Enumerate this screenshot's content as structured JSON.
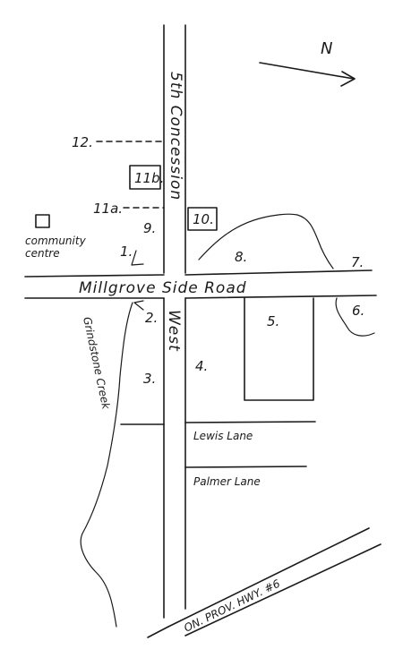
{
  "north_label": "N",
  "roads": {
    "concession": "5th Concession",
    "west": "West",
    "side_road": "Millgrove Side Road",
    "lewis": "Lewis Lane",
    "palmer": "Palmer Lane",
    "highway": "ON. PROV. HWY. #6",
    "creek": "Grindstone Creek"
  },
  "community_centre": "community centre",
  "markers": {
    "m1": "1.",
    "m2": "2.",
    "m3": "3.",
    "m4": "4.",
    "m5": "5.",
    "m6": "6.",
    "m7": "7.",
    "m8": "8.",
    "m9": "9.",
    "m10": "10.",
    "m11a": "11a.",
    "m11b": "11b.",
    "m12": "12."
  }
}
